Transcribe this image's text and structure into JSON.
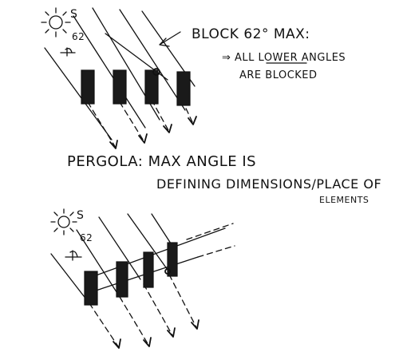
{
  "annotation_top": {
    "line1": "BLOCK 62° MAX:",
    "line2": "⇒ ALL LOWER ANGLES",
    "line3": "ARE BLOCKED",
    "underlined_word": "LOWER"
  },
  "annotation_middle": {
    "line1": "PERGOLA: MAX ANGLE IS",
    "line2": "DEFINING DIMENSIONS/PLACE OF",
    "line3": "ELEMENTS"
  },
  "sun_label_top": "S",
  "angle_label_top": "62",
  "sun_label_bottom": "S",
  "angle_label_bottom": "62",
  "colors": {
    "ink": "#111111",
    "paper": "#ffffff"
  }
}
